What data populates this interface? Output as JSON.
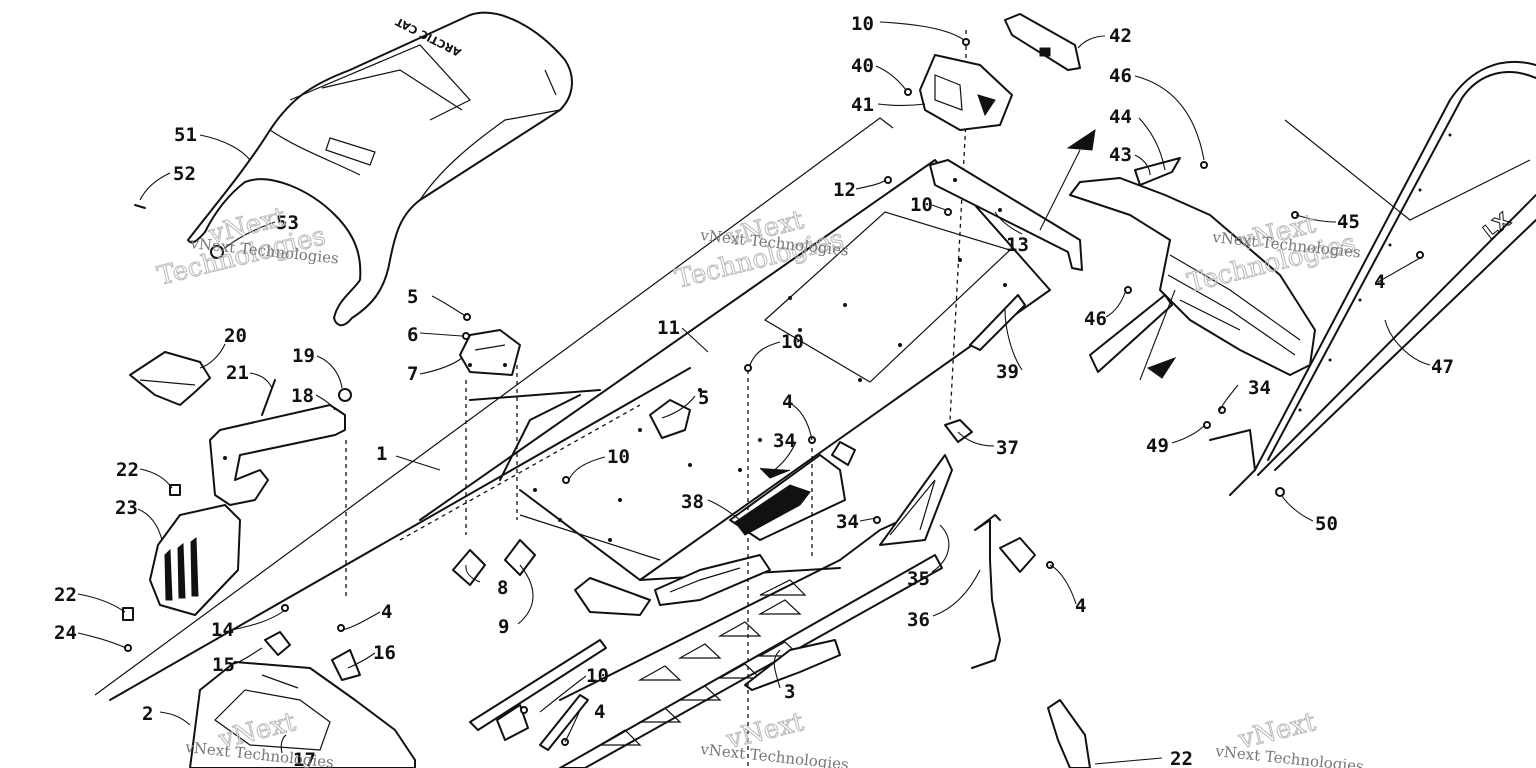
{
  "watermark": {
    "brand": "vNext",
    "tagline": "Technologies",
    "full": "vNext Technologies"
  },
  "callouts": [
    {
      "id": "c1",
      "label": "1"
    },
    {
      "id": "c2",
      "label": "2"
    },
    {
      "id": "c3",
      "label": "3"
    },
    {
      "id": "c4a",
      "label": "4"
    },
    {
      "id": "c4b",
      "label": "4"
    },
    {
      "id": "c4c",
      "label": "4"
    },
    {
      "id": "c4d",
      "label": "4"
    },
    {
      "id": "c4e",
      "label": "4"
    },
    {
      "id": "c5a",
      "label": "5"
    },
    {
      "id": "c5b",
      "label": "5"
    },
    {
      "id": "c6",
      "label": "6"
    },
    {
      "id": "c7",
      "label": "7"
    },
    {
      "id": "c8",
      "label": "8"
    },
    {
      "id": "c9",
      "label": "9"
    },
    {
      "id": "c10a",
      "label": "10"
    },
    {
      "id": "c10b",
      "label": "10"
    },
    {
      "id": "c10c",
      "label": "10"
    },
    {
      "id": "c10d",
      "label": "10"
    },
    {
      "id": "c10e",
      "label": "10"
    },
    {
      "id": "c11",
      "label": "11"
    },
    {
      "id": "c12",
      "label": "12"
    },
    {
      "id": "c13",
      "label": "13"
    },
    {
      "id": "c14",
      "label": "14"
    },
    {
      "id": "c15",
      "label": "15"
    },
    {
      "id": "c16",
      "label": "16"
    },
    {
      "id": "c17",
      "label": "17"
    },
    {
      "id": "c18",
      "label": "18"
    },
    {
      "id": "c19",
      "label": "19"
    },
    {
      "id": "c20",
      "label": "20"
    },
    {
      "id": "c21",
      "label": "21"
    },
    {
      "id": "c22a",
      "label": "22"
    },
    {
      "id": "c22b",
      "label": "22"
    },
    {
      "id": "c22c",
      "label": "22"
    },
    {
      "id": "c23",
      "label": "23"
    },
    {
      "id": "c24",
      "label": "24"
    },
    {
      "id": "c34a",
      "label": "34"
    },
    {
      "id": "c34b",
      "label": "34"
    },
    {
      "id": "c34c",
      "label": "34"
    },
    {
      "id": "c35",
      "label": "35"
    },
    {
      "id": "c36",
      "label": "36"
    },
    {
      "id": "c37",
      "label": "37"
    },
    {
      "id": "c38",
      "label": "38"
    },
    {
      "id": "c39",
      "label": "39"
    },
    {
      "id": "c40",
      "label": "40"
    },
    {
      "id": "c41",
      "label": "41"
    },
    {
      "id": "c42",
      "label": "42"
    },
    {
      "id": "c43",
      "label": "43"
    },
    {
      "id": "c44",
      "label": "44"
    },
    {
      "id": "c45",
      "label": "45"
    },
    {
      "id": "c46a",
      "label": "46"
    },
    {
      "id": "c46b",
      "label": "46"
    },
    {
      "id": "c47",
      "label": "47"
    },
    {
      "id": "c49",
      "label": "49"
    },
    {
      "id": "c50",
      "label": "50"
    },
    {
      "id": "c51",
      "label": "51"
    },
    {
      "id": "c52",
      "label": "52"
    },
    {
      "id": "c53",
      "label": "53"
    }
  ],
  "seat_brand": "ARCTIC CAT",
  "bumper_badge": "LX"
}
